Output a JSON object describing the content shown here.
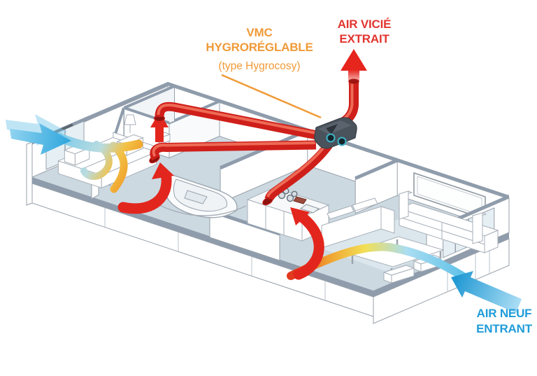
{
  "labels": {
    "vmc": {
      "line1": "VMC",
      "line2": "HYGRORÉGLABLE",
      "line3": "(type Hygrocosy)"
    },
    "air_extrait": {
      "line1": "AIR VICIÉ",
      "line2": "EXTRAIT"
    },
    "air_neuf": {
      "line1": "AIR NEUF",
      "line2": "ENTRANT"
    }
  },
  "colors": {
    "label_orange": "#F09A38",
    "label_red": "#E23530",
    "label_blue": "#209CD9",
    "duct_red": "#CF1F1A",
    "arrow_red": "#E3261D",
    "fresh_air_blue": "#2FA7DD",
    "floor": "#CCD9E1",
    "wall_edge": "#8E9CAC",
    "vmc_unit_body": "#4A525B",
    "vmc_port_teal": "#3FB3C8"
  }
}
